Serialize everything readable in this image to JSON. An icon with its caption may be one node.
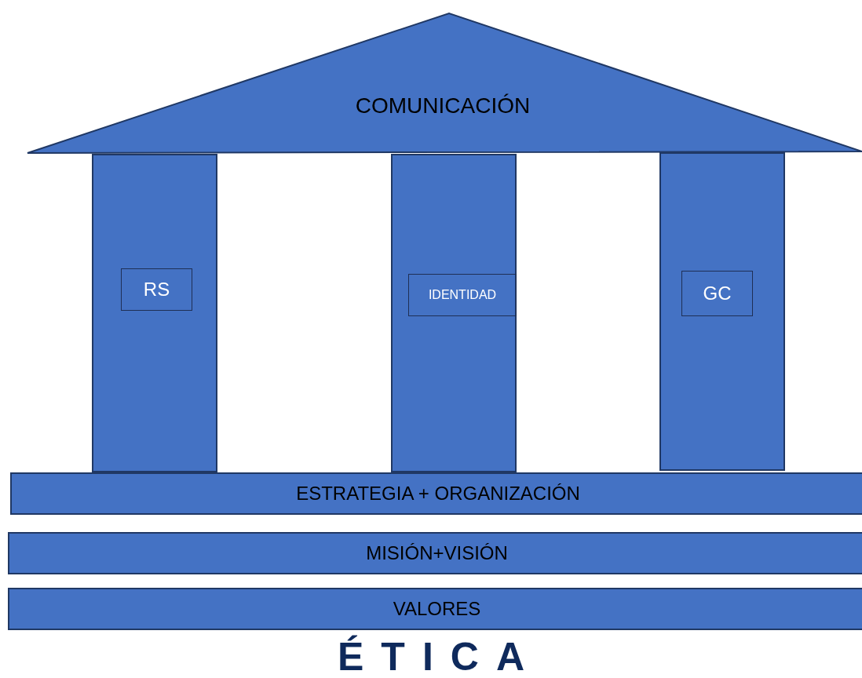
{
  "diagram": {
    "nodes": [
      {
        "text": [
          "COMUNICACIÓN"
        ]
      },
      {
        "text": [],
        "shape": "box"
      },
      {
        "text": [
          "RS"
        ],
        "in": 1
      },
      {
        "text": [],
        "shape": "box"
      },
      {
        "text": [
          "IDENTIDAD"
        ],
        "in": 3
      },
      {
        "text": [],
        "shape": "box"
      },
      {
        "text": [
          "GC"
        ],
        "in": 5
      },
      {
        "text": [
          "ESTRATEGIA + ORGANIZACIÓN"
        ]
      },
      {
        "text": [
          "MISIÓN+VISIÓN"
        ]
      },
      {
        "text": [
          "VALORES"
        ]
      }
    ],
    "labels": [
      "ÉTICA"
    ]
  }
}
